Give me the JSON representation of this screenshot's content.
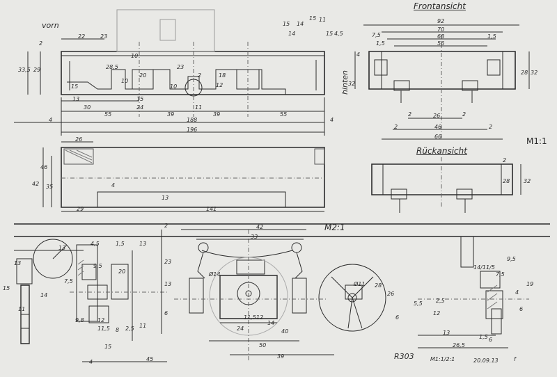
{
  "views": {
    "vorn": "vorn",
    "hinten": "hinten",
    "front": "Frontansicht",
    "rear": "Rückansicht",
    "scale_main": "M1:1",
    "scale_detail": "M2:1"
  },
  "title_block": {
    "number": "R303",
    "scales": "M1:1/2:1",
    "date": "20.09.13",
    "sign": "f"
  },
  "side_view_dims": [
    "22",
    "23",
    "2",
    "33,5",
    "29",
    "10",
    "15",
    "20",
    "10",
    "23",
    "2",
    "12",
    "13",
    "10",
    "15",
    "15",
    "14",
    "18",
    "15",
    "30",
    "55",
    "24",
    "39",
    "39",
    "55",
    "4",
    "188",
    "196",
    "4",
    "14",
    "15",
    "11",
    "4,5",
    "11",
    "28,5"
  ],
  "front_view_dims": [
    "92",
    "70",
    "68",
    "56",
    "7,5",
    "1,5",
    "1,5",
    "4",
    "32",
    "32",
    "28",
    "2",
    "26",
    "2",
    "2",
    "46",
    "2",
    "66"
  ],
  "top_view_dims": [
    "26",
    "46",
    "42",
    "35",
    "13",
    "141",
    "29",
    "4"
  ],
  "rear_view_dims": [
    "2",
    "32",
    "28"
  ],
  "detail_dims": [
    "42",
    "33",
    "13",
    "4,5",
    "1,5",
    "7,5",
    "13",
    "2",
    "23",
    "13",
    "6",
    "Ø14",
    "11,5",
    "24",
    "12",
    "14",
    "40",
    "50",
    "39",
    "28",
    "Ø11",
    "26",
    "6",
    "5,5",
    "9,8",
    "12",
    "11,5",
    "2,5",
    "8",
    "11",
    "15",
    "45",
    "4",
    "13",
    "14",
    "11",
    "15",
    "9,5",
    "19",
    "14/11/5",
    "7,5",
    "6",
    "13",
    "26,5",
    "6",
    "1,5",
    "2,5",
    "4",
    "12",
    "9,5",
    "20"
  ]
}
